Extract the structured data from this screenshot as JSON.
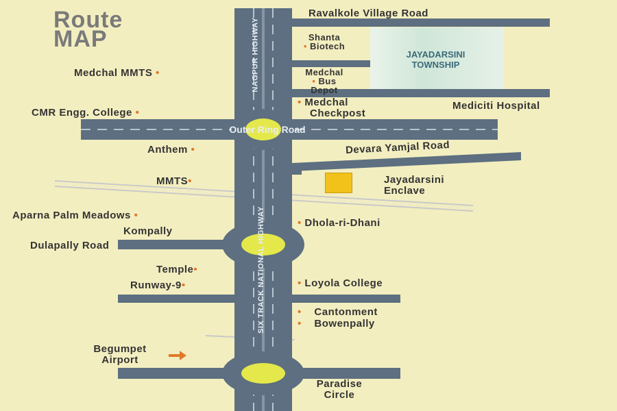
{
  "title": {
    "line1": "Route",
    "line2": "MAP"
  },
  "colors": {
    "background": "#f3eec0",
    "road": "#5d6f80",
    "road_line": "#d8e1e8",
    "roundabout": "#e4e84a",
    "marker": "#e07a2a",
    "enclave": "#f2c21b",
    "township": "#cfe6d8"
  },
  "roads": {
    "highway_north": "NAGPUR HIGHWAY",
    "highway_south": "SIX TRACK NATIONAL HIGHWAY",
    "outer_ring": "Outer Ring Road"
  },
  "places_left": [
    {
      "label": "Medchal MMTS"
    },
    {
      "label": "CMR Engg. College"
    },
    {
      "label": "Anthem"
    },
    {
      "label": "MMTS"
    },
    {
      "label": "Aparna Palm Meadows"
    },
    {
      "label": "Kompally"
    },
    {
      "label": "Dulapally Road"
    },
    {
      "label": "Temple"
    },
    {
      "label": "Runway-9"
    },
    {
      "label": "Begumpet"
    },
    {
      "label": "Airport"
    }
  ],
  "places_right": [
    {
      "label": "Ravalkole Village Road"
    },
    {
      "label": "Shanta"
    },
    {
      "label": "Biotech"
    },
    {
      "label": "Medchal"
    },
    {
      "label": "Bus"
    },
    {
      "label": "Depot"
    },
    {
      "label": "Medchal"
    },
    {
      "label": "Checkpost"
    },
    {
      "label": "Mediciti Hospital"
    },
    {
      "label": "Devara Yamjal Road"
    },
    {
      "label": "Jayadarsini"
    },
    {
      "label": "Enclave"
    },
    {
      "label": "Dhola-ri-Dhani"
    },
    {
      "label": "Loyola College"
    },
    {
      "label": "Cantonment"
    },
    {
      "label": "Bowenpally"
    },
    {
      "label": "Paradise"
    },
    {
      "label": "Circle"
    }
  ],
  "township": {
    "line1": "JAYADARSINI",
    "line2": "TOWNSHIP"
  }
}
